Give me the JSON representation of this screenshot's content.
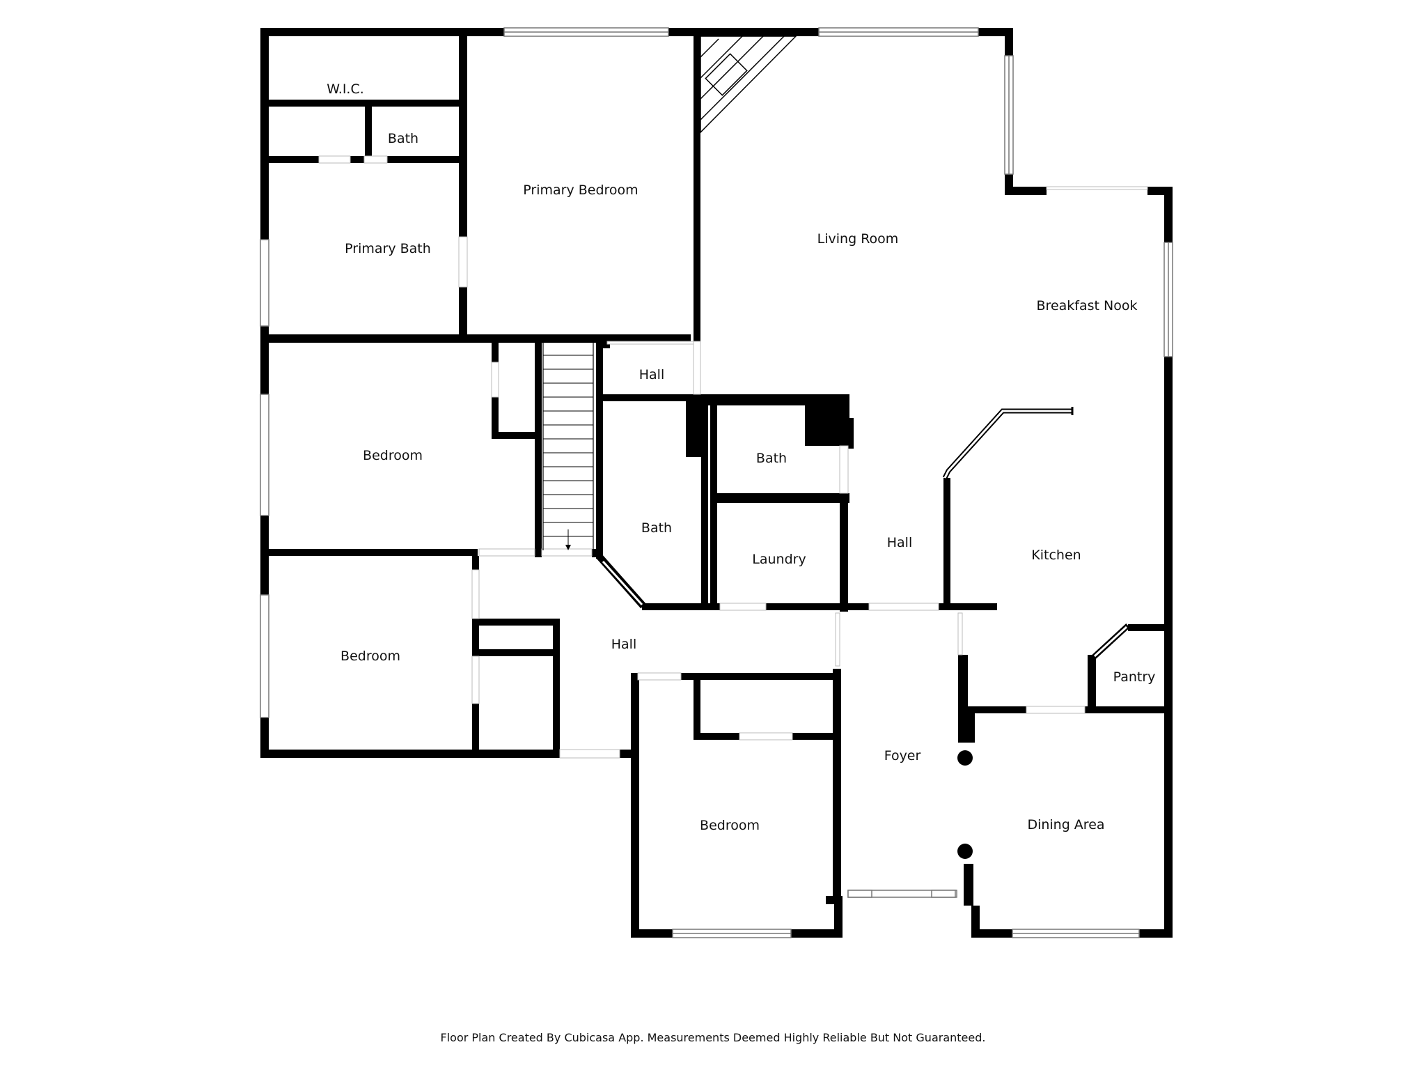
{
  "colors": {
    "wall": "#000000",
    "background": "#ffffff",
    "window_fill": "#ffffff",
    "window_stroke": "#777777",
    "text": "#111111"
  },
  "rooms": {
    "wic": "W.I.C.",
    "bath_master_wc": "Bath",
    "primary_bath": "Primary Bath",
    "primary_bedroom": "Primary Bedroom",
    "living_room": "Living Room",
    "breakfast_nook": "Breakfast Nook",
    "hall_upper": "Hall",
    "bedroom_left_upper": "Bedroom",
    "bath_center": "Bath",
    "bath_right": "Bath",
    "laundry": "Laundry",
    "hall_center": "Hall",
    "kitchen": "Kitchen",
    "bedroom_left_lower": "Bedroom",
    "hall_lower": "Hall",
    "pantry": "Pantry",
    "foyer": "Foyer",
    "bedroom_bottom": "Bedroom",
    "dining_area": "Dining Area"
  },
  "footer": {
    "disclaimer": "Floor Plan Created By Cubicasa App. Measurements Deemed Highly Reliable But Not Guaranteed."
  },
  "icons": {
    "stairs": "stairs-icon",
    "fireplace": "fireplace-icon",
    "column": "column-icon"
  }
}
